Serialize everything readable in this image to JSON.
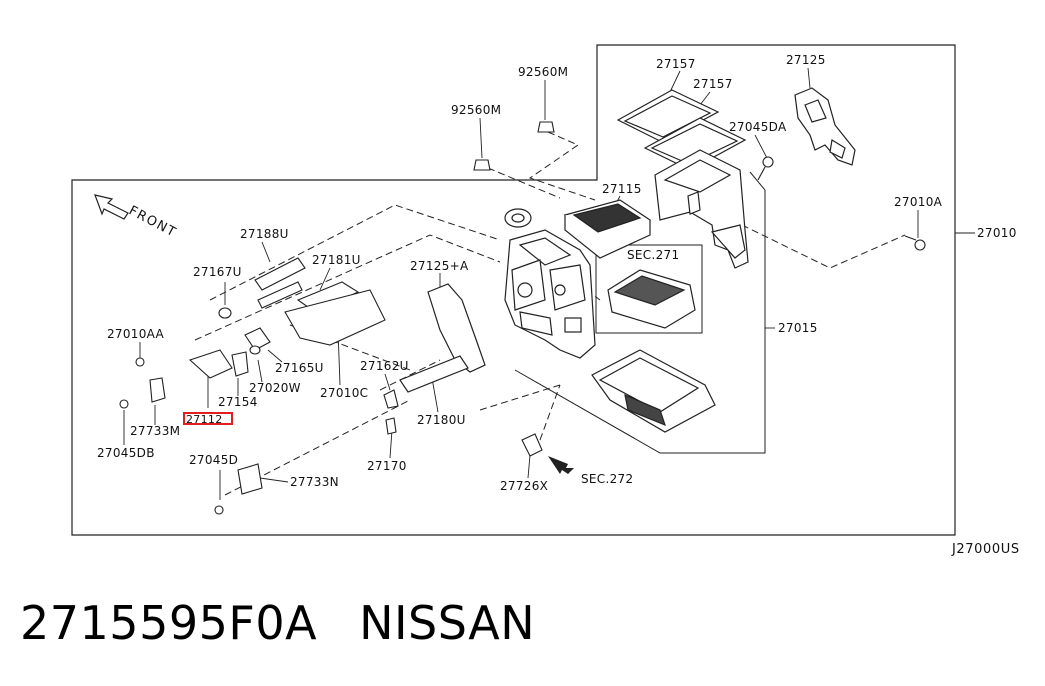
{
  "diagram": {
    "front_label": "FRONT",
    "drawing_code": "J27000US",
    "highlight_color": "#e02020",
    "highlighted_part": "27112",
    "labels": {
      "p92560M_top": "92560M",
      "p92560M_left": "92560M",
      "p27157_a": "27157",
      "p27157_b": "27157",
      "p27125": "27125",
      "p27045DA": "27045DA",
      "p27115": "27115",
      "p27010A": "27010A",
      "p27010": "27010",
      "pSEC271": "SEC.271",
      "p27015": "27015",
      "p27188U": "27188U",
      "p27167U": "27167U",
      "p27181U": "27181U",
      "p27125A": "27125+A",
      "p27010AA": "27010AA",
      "p27165U": "27165U",
      "p27020W": "27020W",
      "p27010C": "27010C",
      "p27162U": "27162U",
      "p27154": "27154",
      "p27112": "27112",
      "p27733M": "27733M",
      "p27180U": "27180U",
      "p27045DB": "27045DB",
      "p27045D": "27045D",
      "p27170": "27170",
      "p27733N": "27733N",
      "p27726X": "27726X",
      "pSEC272": "SEC.272"
    }
  },
  "caption": {
    "part_number": "2715595F0A",
    "brand": "NISSAN"
  }
}
